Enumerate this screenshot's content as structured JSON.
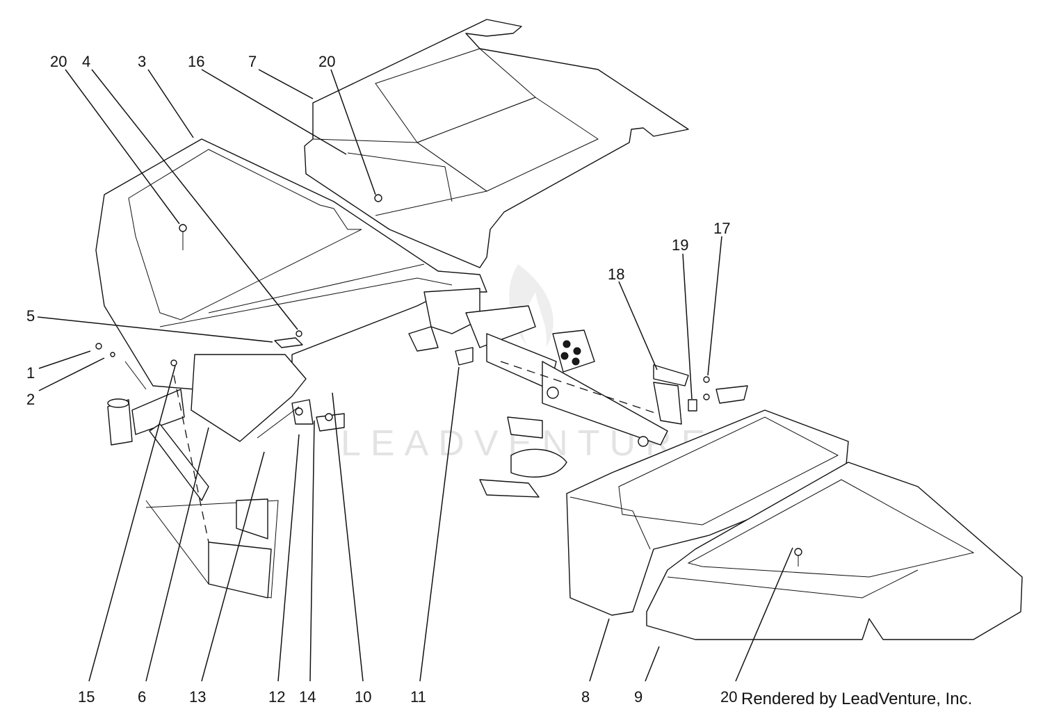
{
  "watermark": "LEADVENTURE",
  "credit": "Rendered by LeadVenture, Inc.",
  "callouts": {
    "c20_a": "20",
    "c4": "4",
    "c3": "3",
    "c16": "16",
    "c7": "7",
    "c20_b": "20",
    "c5": "5",
    "c1": "1",
    "c2": "2",
    "c18": "18",
    "c19": "19",
    "c17": "17",
    "c15": "15",
    "c6": "6",
    "c13": "13",
    "c12": "12",
    "c14": "14",
    "c10": "10",
    "c11": "11",
    "c8": "8",
    "c9": "9",
    "c20_c": "20"
  }
}
